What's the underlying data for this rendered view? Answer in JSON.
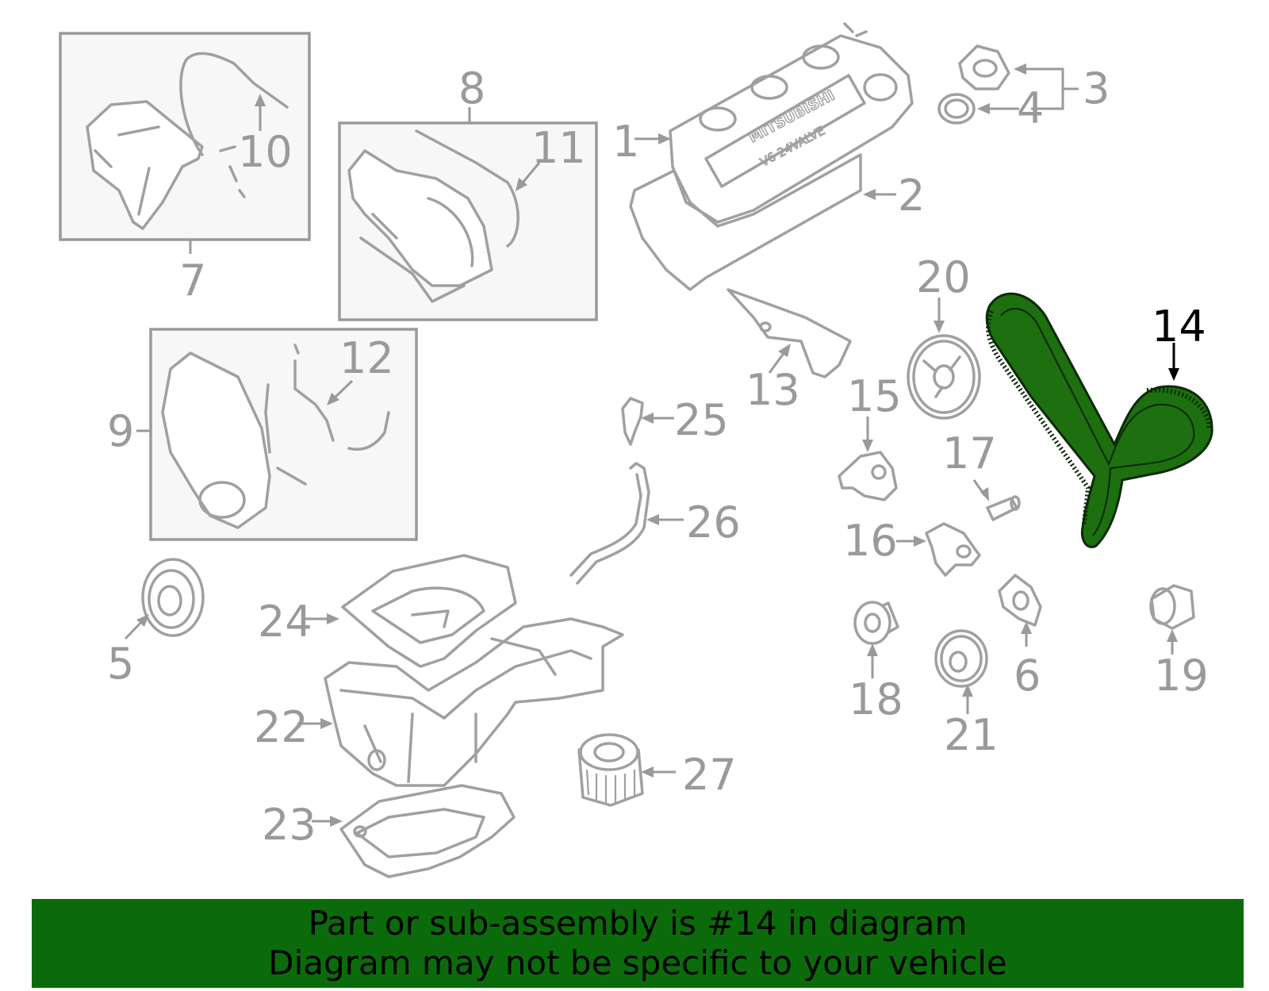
{
  "diagram": {
    "labels": {
      "p1": "1",
      "p2": "2",
      "p3": "3",
      "p4": "4",
      "p5": "5",
      "p6": "6",
      "p7": "7",
      "p8": "8",
      "p9": "9",
      "p10": "10",
      "p11": "11",
      "p12": "12",
      "p13": "13",
      "p14": "14",
      "p15": "15",
      "p16": "16",
      "p17": "17",
      "p18": "18",
      "p19": "19",
      "p20": "20",
      "p21": "21",
      "p22": "22",
      "p23": "23",
      "p24": "24",
      "p25": "25",
      "p26": "26",
      "p27": "27"
    },
    "cover_text": {
      "brand": "MITSUBISHI",
      "model": "V6 24VALVE"
    },
    "highlight_part": "14",
    "colors": {
      "highlight": "#1e6f0f",
      "banner": "#0b6b0b",
      "line_art": "#a0a0a0"
    }
  },
  "banner": {
    "line1": "Part or sub-assembly is #14 in diagram",
    "line2": "Diagram may not be specific to your vehicle"
  }
}
